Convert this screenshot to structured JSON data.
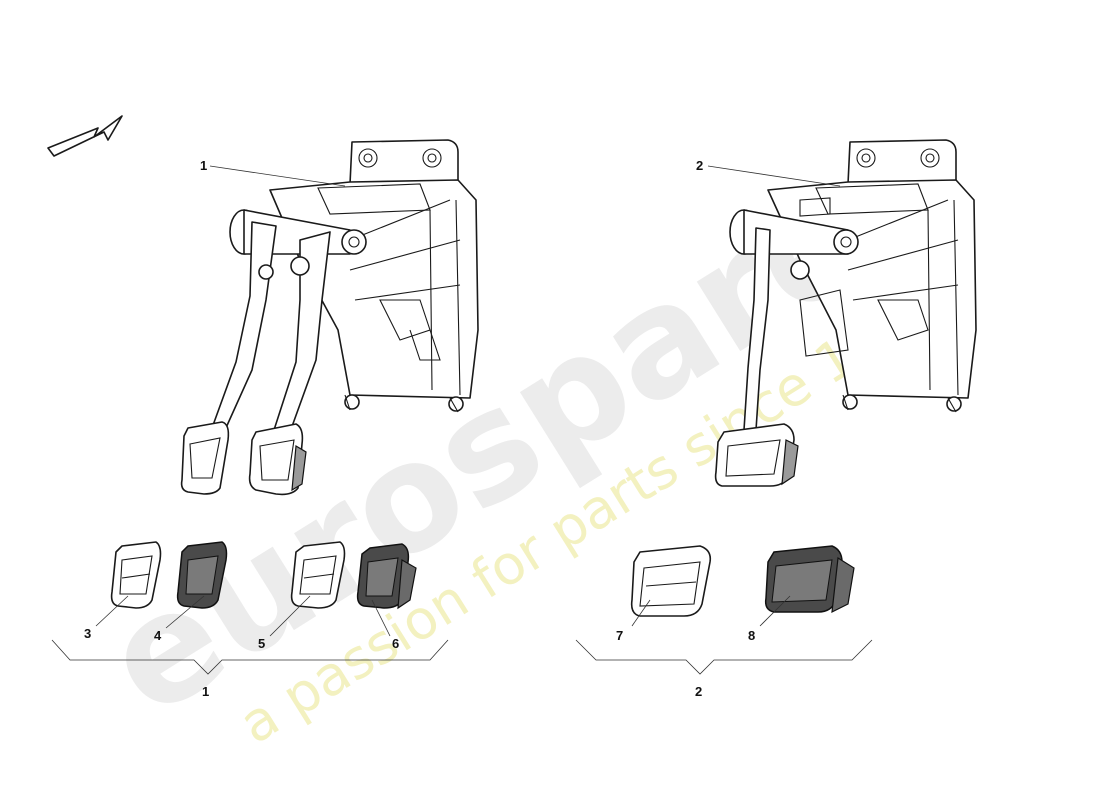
{
  "watermark": {
    "brand": "eurospares",
    "tagline": "a passion for parts since 1985"
  },
  "colors": {
    "line": "#1a1a1a",
    "watermark_brand": "#ececec",
    "watermark_tagline": "#f3f1c0",
    "pad_dark": "#4a4a4a"
  },
  "icons": {
    "direction": "arrow-icon"
  },
  "callouts": {
    "c1_top": "1",
    "c2_top": "2",
    "c3": "3",
    "c4": "4",
    "c5": "5",
    "c6": "6",
    "c7": "7",
    "c8": "8",
    "group_left": "1",
    "group_right": "2"
  }
}
